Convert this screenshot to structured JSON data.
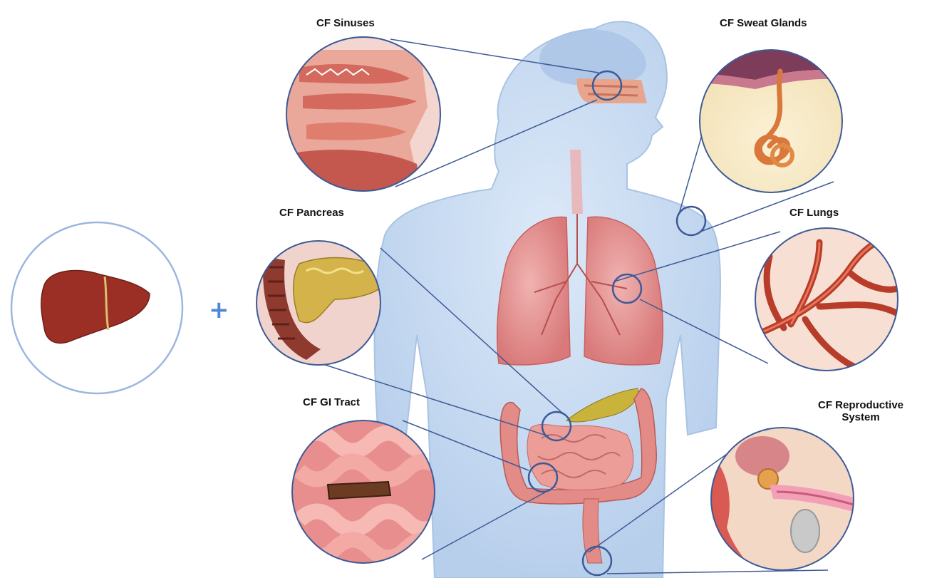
{
  "labels": {
    "sinuses": "CF Sinuses",
    "sweat_glands": "CF Sweat Glands",
    "pancreas": "CF Pancreas",
    "lungs": "CF Lungs",
    "gi_tract": "CF GI Tract",
    "reproductive_line1": "CF Reproductive",
    "reproductive_line2": "System"
  },
  "plus_sign": "+",
  "colors": {
    "body_fill": "#c9dcf2",
    "body_outline": "#a9c3e3",
    "organ_red": "#d9676a",
    "lung_pink": "#e59a9a",
    "pancreas_yellow": "#cdb740",
    "liver_brown": "#9b2f25",
    "callout_line": "#3d5a96",
    "liver_ring": "#9db6e0",
    "plus": "#4f88d6"
  }
}
